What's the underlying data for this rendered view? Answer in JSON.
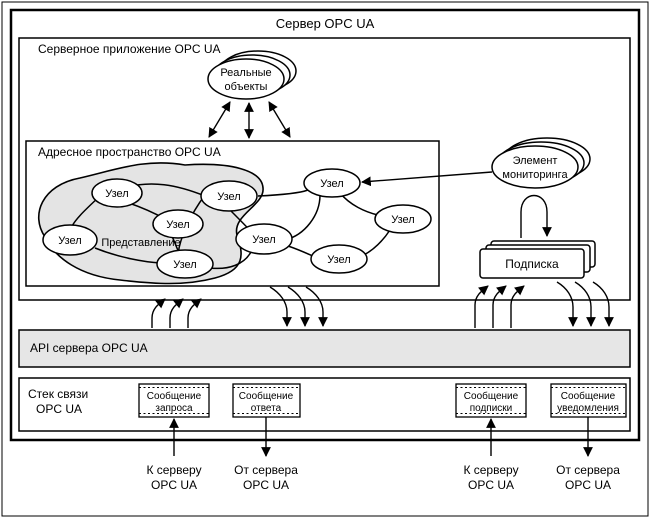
{
  "server": {
    "title": "Сервер OPC UA"
  },
  "app": {
    "title": "Серверное приложение OPC UA"
  },
  "real_objects": {
    "line1": "Реальные",
    "line2": "объекты"
  },
  "address_space": {
    "title": "Адресное пространство OPC UA",
    "view_label": "Представление"
  },
  "node_label": "Узел",
  "monitoring": {
    "line1": "Элемент",
    "line2": "мониторинга"
  },
  "subscription": {
    "label": "Подписка"
  },
  "api": {
    "title": "API сервера OPC UA"
  },
  "stack": {
    "line1": "Стек связи",
    "line2": "OPC UA",
    "messages": [
      {
        "line1": "Сообщение",
        "line2": "запроса"
      },
      {
        "line1": "Сообщение",
        "line2": "ответа"
      },
      {
        "line1": "Сообщение",
        "line2": "подписки"
      },
      {
        "line1": "Сообщение",
        "line2": "уведомления"
      }
    ]
  },
  "external": [
    {
      "line1": "К серверу",
      "line2": "OPC UA"
    },
    {
      "line1": "От сервера",
      "line2": "OPC UA"
    },
    {
      "line1": "К серверу",
      "line2": "OPC UA"
    },
    {
      "line1": "От сервера",
      "line2": "OPC UA"
    }
  ]
}
